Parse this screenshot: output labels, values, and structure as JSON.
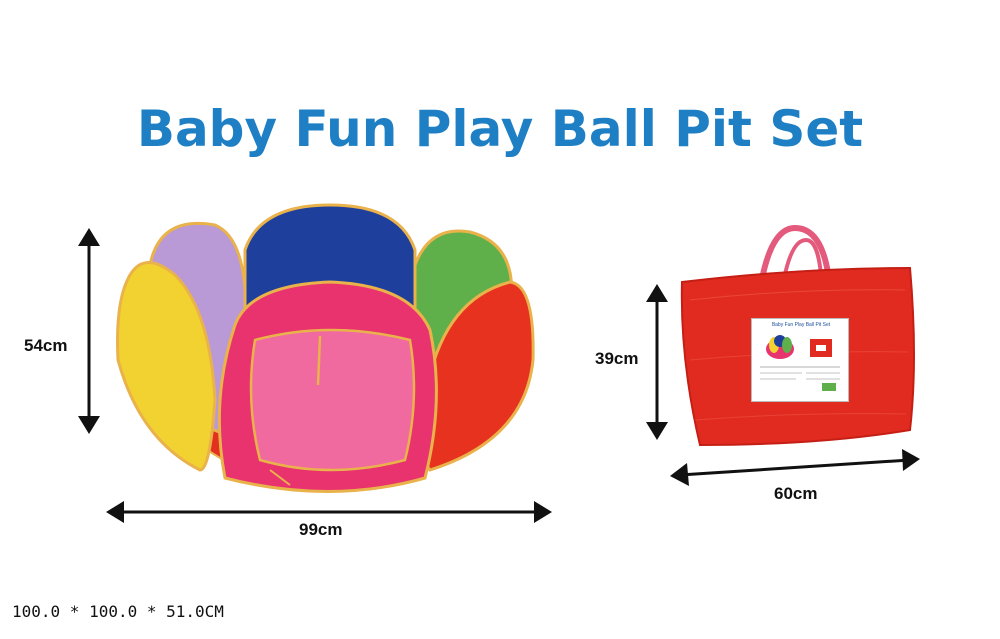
{
  "title": "Baby Fun Play Ball Pit Set",
  "ball_pit": {
    "height_label": "54cm",
    "width_label": "99cm",
    "panel_colors": [
      "#f2d230",
      "#b99ad6",
      "#1f3f9c",
      "#5fb04a",
      "#e6321f",
      "#e8336f"
    ]
  },
  "bag": {
    "height_label": "39cm",
    "width_label": "60cm",
    "color": "#e22b20",
    "label_title": "Baby Fun Play Ball Pit Set"
  },
  "spec": "100.0 * 100.0 * 51.0CM"
}
